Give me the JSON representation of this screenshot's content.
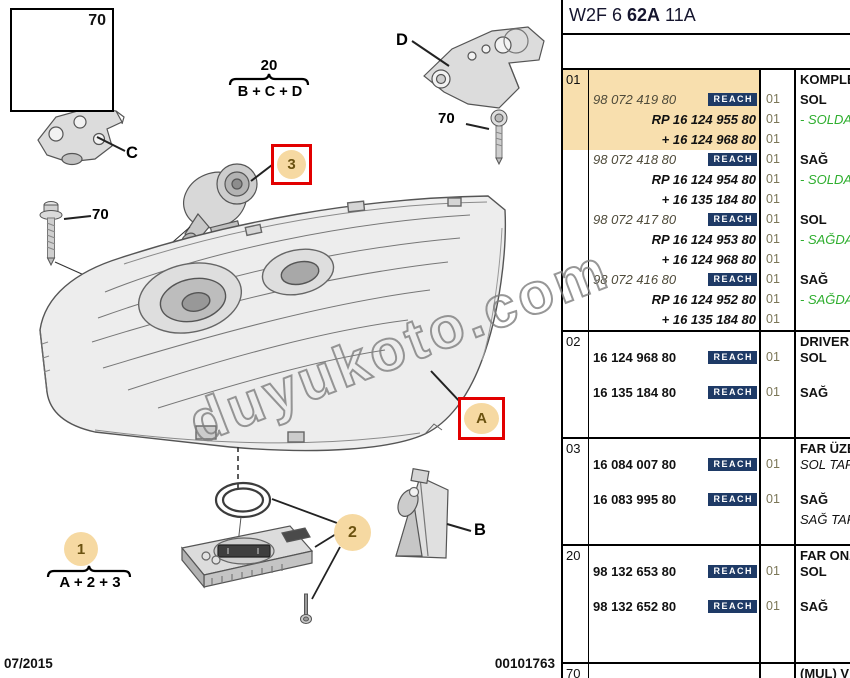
{
  "header": {
    "code_prefix": "W2F 6 ",
    "code_bold": "62A",
    "code_suffix": " 11A"
  },
  "watermark": {
    "text": "duyukoto.com"
  },
  "footer": {
    "date": "07/2015",
    "doc_number": "00101763"
  },
  "diagram": {
    "screw_box_label": "70",
    "screw_left_label": "70",
    "screw_d_label": "70",
    "bracket_c_label": "C",
    "bracket_d_label": "D",
    "bracket_b_label": "B",
    "assembly_20": {
      "number": "20",
      "formula": "B + C + D"
    },
    "assembly_1": {
      "number": "1",
      "formula": "A + 2 + 3"
    },
    "marker_3": "3",
    "marker_2": "2",
    "marker_a": "A"
  },
  "table": {
    "reach_label": "REACH",
    "lines": [
      {
        "hl": true,
        "c1": "01",
        "desc": "KOMPLE F",
        "descB": true
      },
      {
        "hl": true,
        "part": "98 072 419 80",
        "pstyle": "i",
        "reach": true,
        "qty": "01",
        "desc": "SOL",
        "descB": true
      },
      {
        "hl": true,
        "part": "RP 16 124 955 80",
        "pstyle": "bi",
        "qty": "01",
        "desc": "- SOLDAN",
        "dstyle": "green"
      },
      {
        "hl": true,
        "part": "+ 16 124 968 80",
        "pstyle": "bi",
        "qty": "01"
      },
      {
        "part": "98 072 418 80",
        "pstyle": "i",
        "reach": true,
        "qty": "01",
        "desc": "SAĞ",
        "descB": true
      },
      {
        "part": "RP 16 124 954 80",
        "pstyle": "bi",
        "qty": "01",
        "desc": "- SOLDAN",
        "dstyle": "green"
      },
      {
        "part": "+ 16 135 184 80",
        "pstyle": "bi",
        "qty": "01"
      },
      {
        "part": "98 072 417 80",
        "pstyle": "i",
        "reach": true,
        "qty": "01",
        "desc": "SOL",
        "descB": true
      },
      {
        "part": "RP 16 124 953 80",
        "pstyle": "bi",
        "qty": "01",
        "desc": "- SAĞDAN",
        "dstyle": "green"
      },
      {
        "part": "+ 16 124 968 80",
        "pstyle": "bi",
        "qty": "01"
      },
      {
        "part": "98 072 416 80",
        "pstyle": "i",
        "reach": true,
        "qty": "01",
        "desc": "SAĞ",
        "descB": true
      },
      {
        "part": "RP 16 124 952 80",
        "pstyle": "bi",
        "qty": "01",
        "desc": "- SAĞDAN",
        "dstyle": "green"
      },
      {
        "part": "+ 16 135 184 80",
        "pstyle": "bi",
        "qty": "01"
      },
      {
        "sep": true,
        "c1": "02",
        "desc": "DRIVER Kİ",
        "descB": true,
        "h": 18
      },
      {
        "part": "16 124 968 80",
        "pstyle": "b",
        "reach": true,
        "qty": "01",
        "desc": "SOL",
        "descB": true
      },
      {
        "h": 15
      },
      {
        "part": "16 135 184 80",
        "pstyle": "b",
        "reach": true,
        "qty": "01",
        "desc": "SAĞ",
        "descB": true
      },
      {
        "h": 34
      },
      {
        "sep": true,
        "c1": "03",
        "desc": "FAR ÜZER",
        "descB": true,
        "h": 18
      },
      {
        "part": "16 084 007 80",
        "pstyle": "b",
        "reach": true,
        "qty": "01",
        "desc": "SOL TARA",
        "dstyle": "i"
      },
      {
        "h": 15
      },
      {
        "part": "16 083 995 80",
        "pstyle": "b",
        "reach": true,
        "qty": "01",
        "desc": "SAĞ",
        "descB": true
      },
      {
        "desc": "SAĞ TARA",
        "dstyle": "i",
        "h": 18
      },
      {
        "h": 16
      },
      {
        "sep": true,
        "c1": "20",
        "desc": "FAR ONAR",
        "descB": true,
        "h": 18
      },
      {
        "part": "98 132 653 80",
        "pstyle": "b",
        "reach": true,
        "qty": "01",
        "desc": "SOL",
        "descB": true
      },
      {
        "h": 15
      },
      {
        "part": "98 132 652 80",
        "pstyle": "b",
        "reach": true,
        "qty": "01",
        "desc": "SAĞ",
        "descB": true
      },
      {
        "h": 45
      },
      {
        "sep": true,
        "c1": "70",
        "desc": "(MUL) VİDA",
        "descB": true,
        "h": 18
      }
    ]
  },
  "colors": {
    "highlight": "#f8dfae",
    "reach_bg": "#1e3a66",
    "green": "#2fae2f",
    "marker_red": "#e20000",
    "marker_fill": "#f6d9a2",
    "marker_text": "#6b5210",
    "qty": "#7b7657",
    "part_italic": "#4e4a39"
  }
}
